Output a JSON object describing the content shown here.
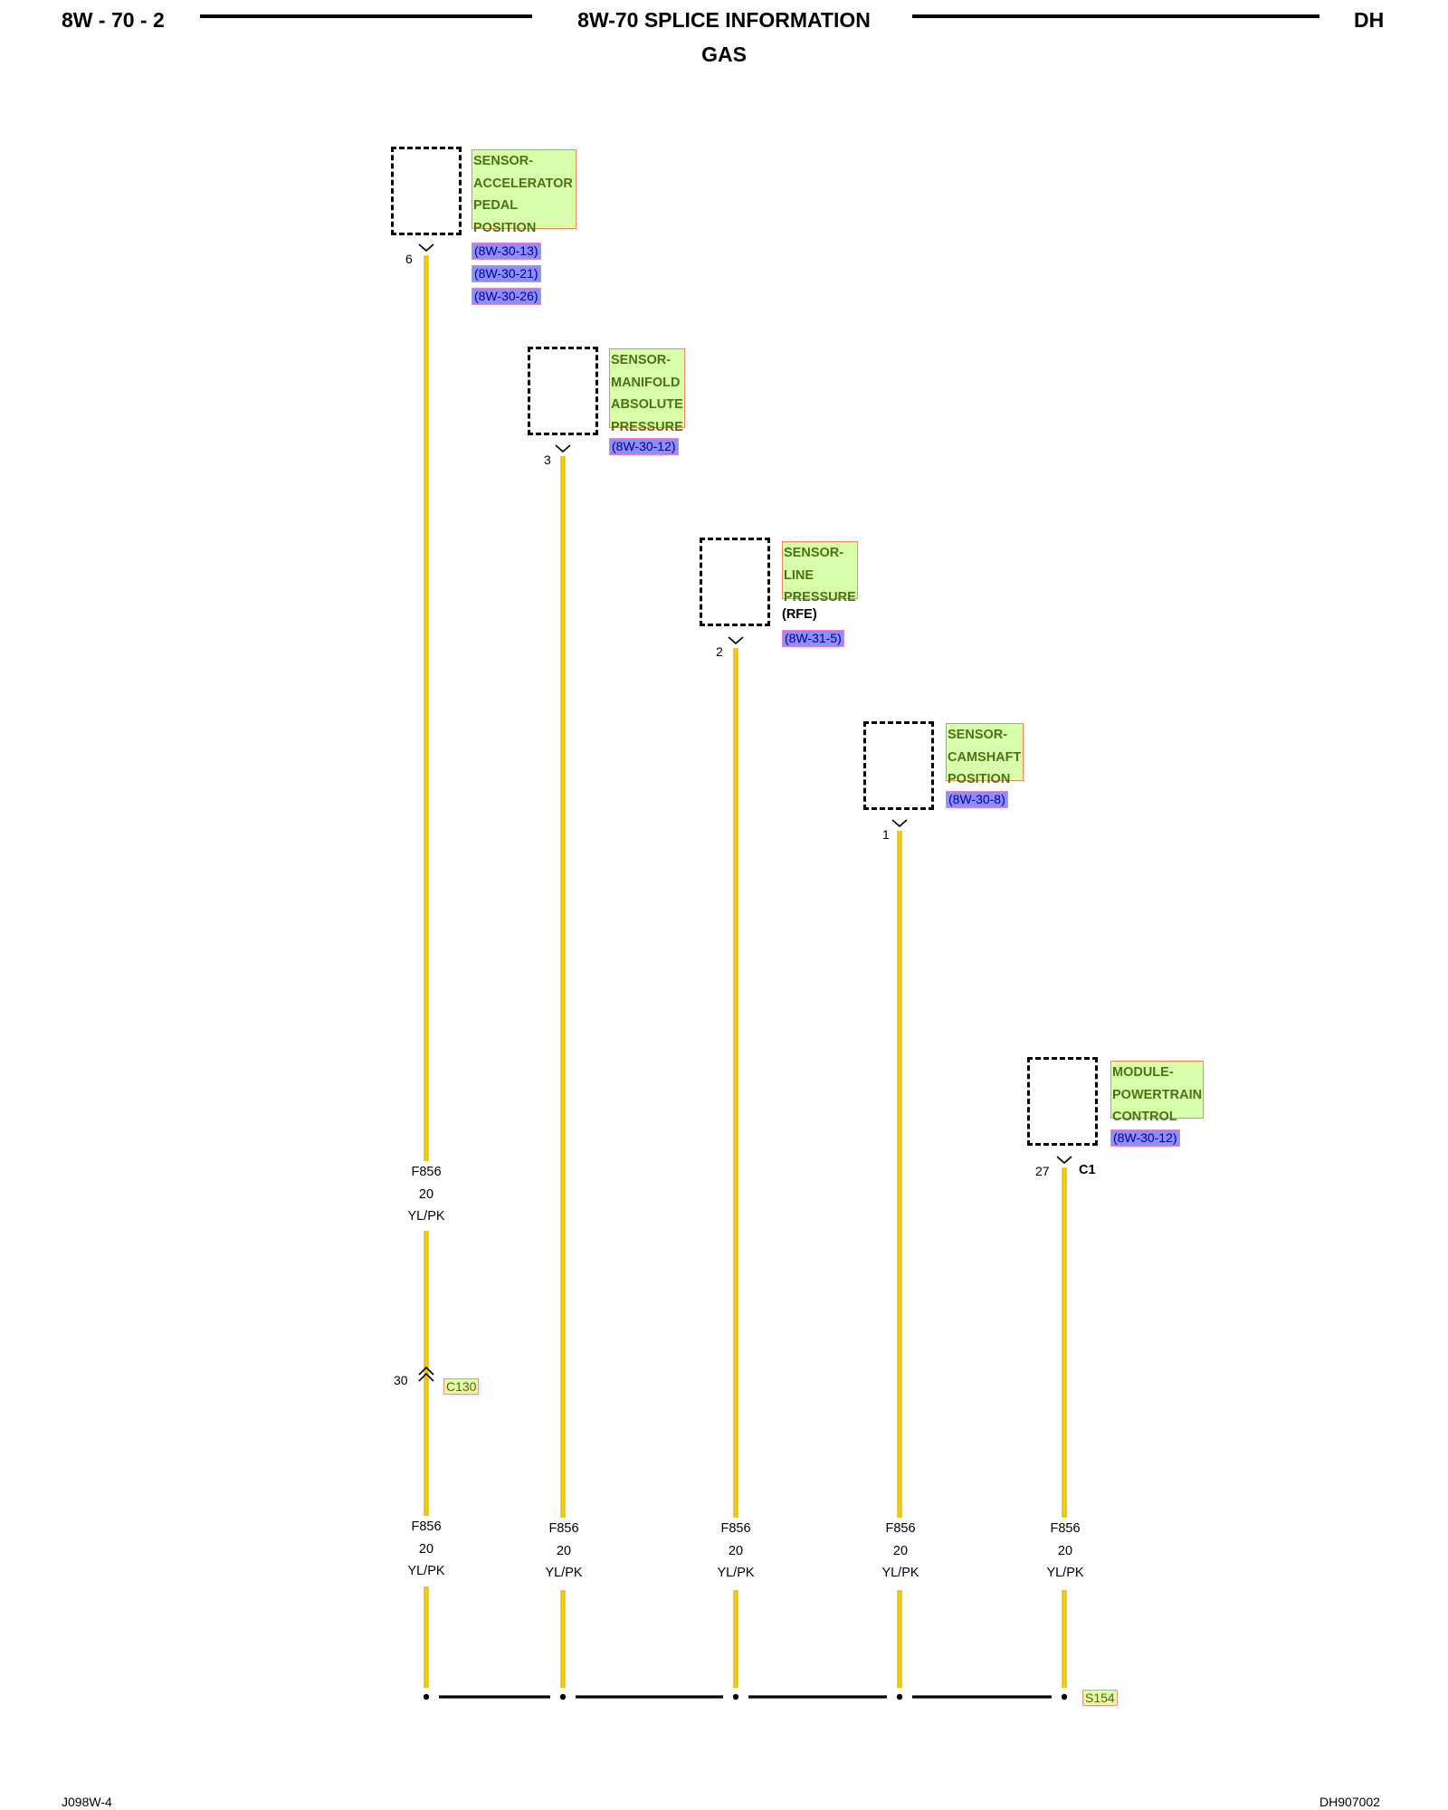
{
  "header": {
    "page_number": "8W - 70 - 2",
    "title": "8W-70 SPLICE INFORMATION",
    "subtitle": "GAS",
    "model": "DH"
  },
  "components": [
    {
      "name_lines": [
        "SENSOR-",
        "ACCELERATOR",
        "PEDAL",
        "POSITION"
      ],
      "refs": [
        "(8W-30-13)",
        "(8W-30-21)",
        "(8W-30-26)"
      ],
      "pin": "6",
      "note": "",
      "connector": ""
    },
    {
      "name_lines": [
        "SENSOR-",
        "MANIFOLD",
        "ABSOLUTE",
        "PRESSURE"
      ],
      "refs": [
        "(8W-30-12)"
      ],
      "pin": "3",
      "note": "",
      "connector": ""
    },
    {
      "name_lines": [
        "SENSOR-",
        "LINE",
        "PRESSURE"
      ],
      "refs": [
        "(8W-31-5)"
      ],
      "pin": "2",
      "note": "(RFE)",
      "connector": ""
    },
    {
      "name_lines": [
        "SENSOR-",
        "CAMSHAFT",
        "POSITION"
      ],
      "refs": [
        "(8W-30-8)"
      ],
      "pin": "1",
      "note": "",
      "connector": ""
    },
    {
      "name_lines": [
        "MODULE-",
        "POWERTRAIN",
        "CONTROL"
      ],
      "refs": [
        "(8W-30-12)"
      ],
      "pin": "27",
      "note": "",
      "connector": "C1"
    }
  ],
  "wire": {
    "circuit": "F856",
    "gauge": "20",
    "color": "YL/PK",
    "wire_hex": "#f5d000"
  },
  "inline_connector": {
    "name": "C130",
    "pin": "30"
  },
  "splice": {
    "name": "S154"
  },
  "footer": {
    "left": "J098W-4",
    "right": "DH907002"
  }
}
